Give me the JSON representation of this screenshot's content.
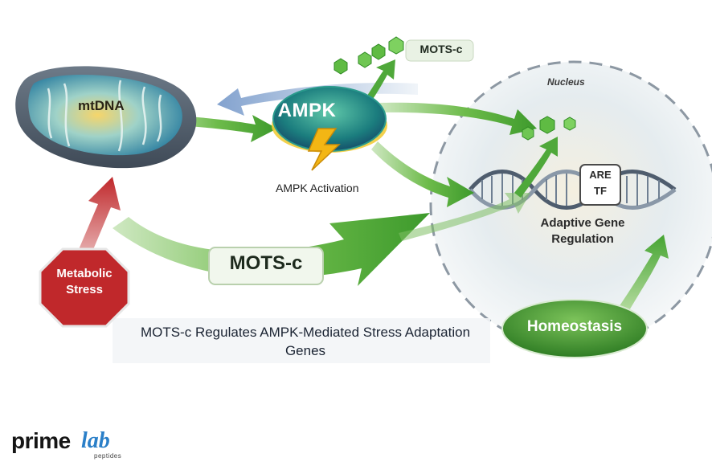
{
  "diagram": {
    "mitochondrion_label": "mtDNA",
    "ampk_label": "AMPK",
    "ampk_activation_label": "AMPK Activation",
    "mots_c_top_label": "MOTS-c",
    "nucleus_label": "Nucleus",
    "are_label": "ARE",
    "tf_label": "TF",
    "gene_regulation_label": "Adaptive Gene Regulation",
    "mots_c_main_label": "MOTS-c",
    "stress_label": "Metabolic Stress",
    "homeostasis_label": "Homeostasis",
    "caption": "MOTS-c Regulates AMPK-Mediated Stress Adaptation Genes"
  },
  "logo": {
    "prime": "prime",
    "lab": "lab",
    "tagline": "peptides"
  },
  "colors": {
    "arrow_green": "#4fa83a",
    "arrow_green_dark": "#2f7d24",
    "stress_red": "#c0282b",
    "ampk_teal": "#1f8f8a",
    "lightning_yellow": "#f3b614",
    "logo_blue": "#2a7fc8"
  }
}
